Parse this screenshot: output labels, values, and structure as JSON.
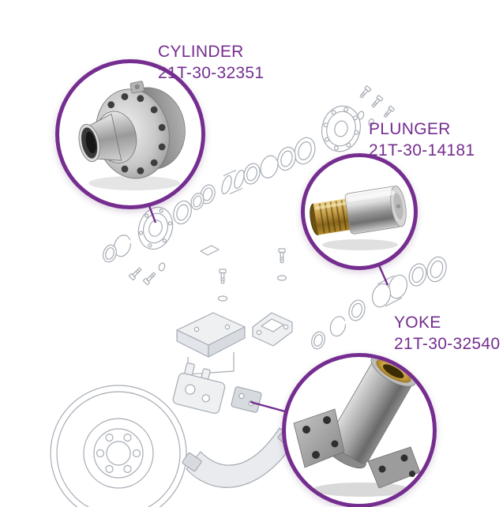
{
  "accent_color": "#752d90",
  "callouts": [
    {
      "id": "cylinder",
      "label": "CYLINDER",
      "part_number": "21T-30-32351"
    },
    {
      "id": "plunger",
      "label": "PLUNGER",
      "part_number": "21T-30-14181"
    },
    {
      "id": "yoke",
      "label": "YOKE",
      "part_number": "21T-30-32540"
    }
  ]
}
